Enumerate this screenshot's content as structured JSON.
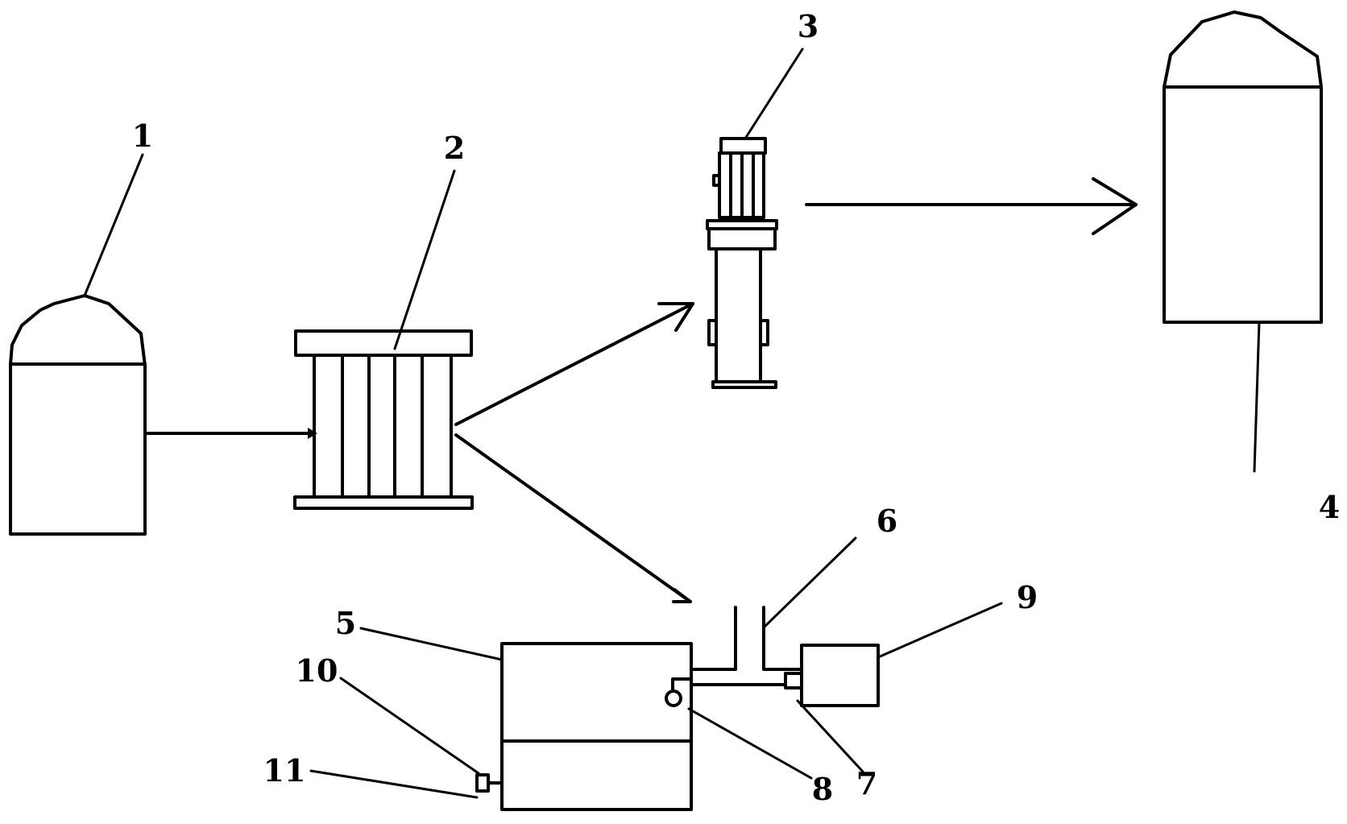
{
  "labels": {
    "n1": "1",
    "n2": "2",
    "n3": "3",
    "n4": "4",
    "n5": "5",
    "n6": "6",
    "n7": "7",
    "n8": "8",
    "n9": "9",
    "n10": "10",
    "n11": "11"
  },
  "colors": {
    "line": "#000000",
    "background": "#ffffff"
  }
}
